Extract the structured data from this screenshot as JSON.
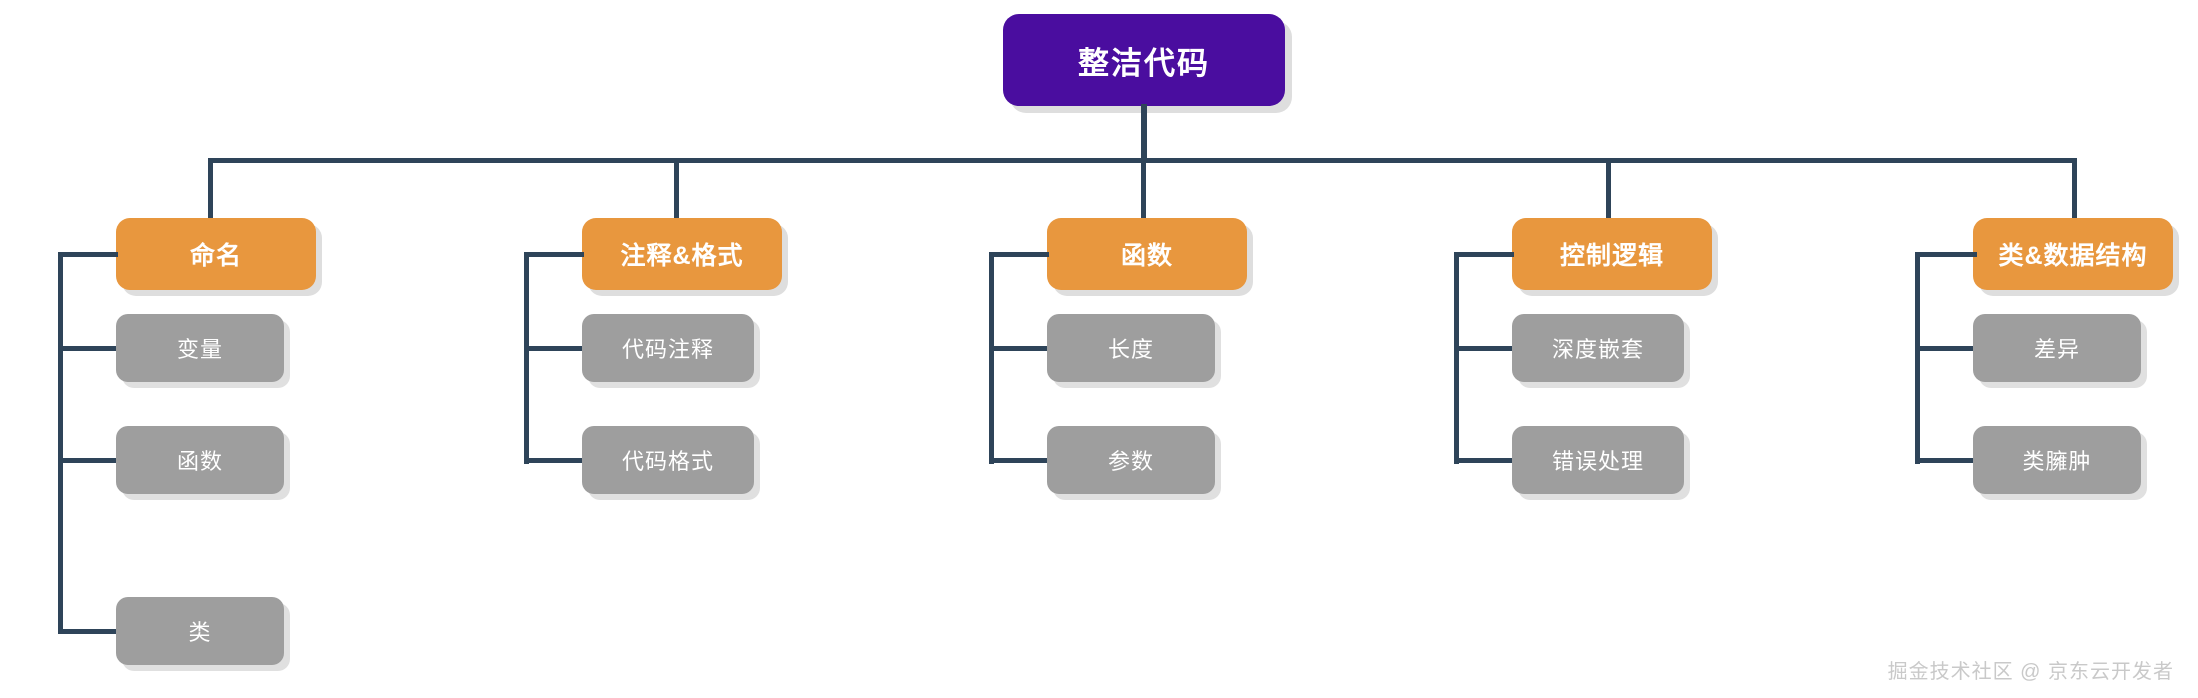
{
  "diagram": {
    "type": "tree-mindmap",
    "orientation": "top-down",
    "colors": {
      "root_fill": "#4a0d9f",
      "branch_fill": "#e8973e",
      "leaf_fill": "#9e9e9e",
      "connector": "#2e4459",
      "node_text": "#ffffff",
      "background": "#ffffff",
      "watermark_text": "#c9c9c9"
    },
    "root": {
      "label": "整洁代码"
    },
    "branches": [
      {
        "label": "命名",
        "children": [
          {
            "label": "变量"
          },
          {
            "label": "函数"
          },
          {
            "label": "类"
          }
        ]
      },
      {
        "label": "注释&格式",
        "children": [
          {
            "label": "代码注释"
          },
          {
            "label": "代码格式"
          }
        ]
      },
      {
        "label": "函数",
        "children": [
          {
            "label": "长度"
          },
          {
            "label": "参数"
          }
        ]
      },
      {
        "label": "控制逻辑",
        "children": [
          {
            "label": "深度嵌套"
          },
          {
            "label": "错误处理"
          }
        ]
      },
      {
        "label": "类&数据结构",
        "children": [
          {
            "label": "差异"
          },
          {
            "label": "类臃肿"
          }
        ]
      }
    ]
  },
  "watermark": {
    "text": "掘金技术社区 @ 京东云开发者"
  }
}
